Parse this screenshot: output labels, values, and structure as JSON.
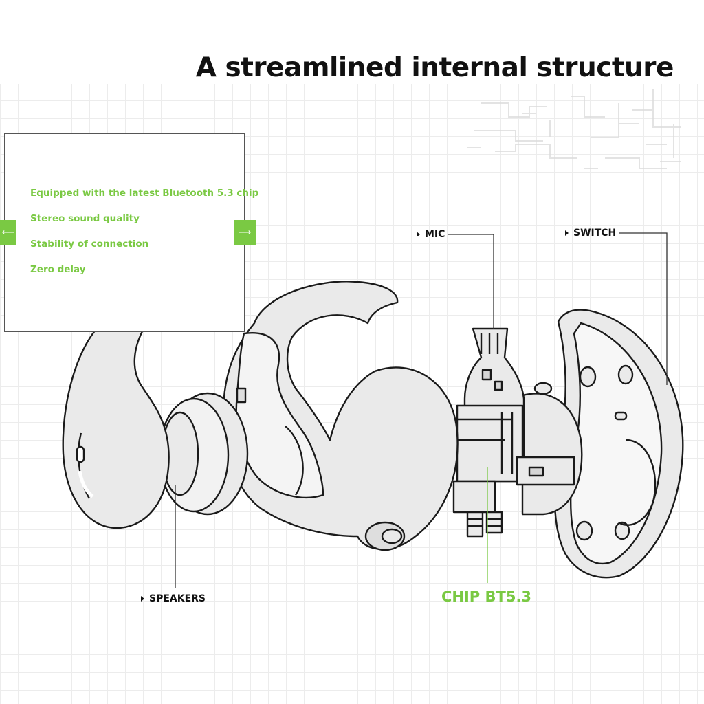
{
  "title": "A streamlined internal structure",
  "colors": {
    "accent": "#7ac943",
    "text": "#111111",
    "line": "#1a1a1a",
    "fill": "#eaeaea",
    "grid": "#ececec"
  },
  "features": [
    "Equipped with the latest Bluetooth 5.3 chip",
    "Stereo sound quality",
    "Stability of connection",
    "Zero delay"
  ],
  "nav": {
    "prev_icon": "arrow-left-icon",
    "next_icon": "arrow-right-icon",
    "prev_glyph": "⟵",
    "next_glyph": "⟶"
  },
  "labels": {
    "mic": "MIC",
    "switch": "SWITCH",
    "speakers": "SPEAKERS",
    "chip": "CHIP BT5.3"
  }
}
